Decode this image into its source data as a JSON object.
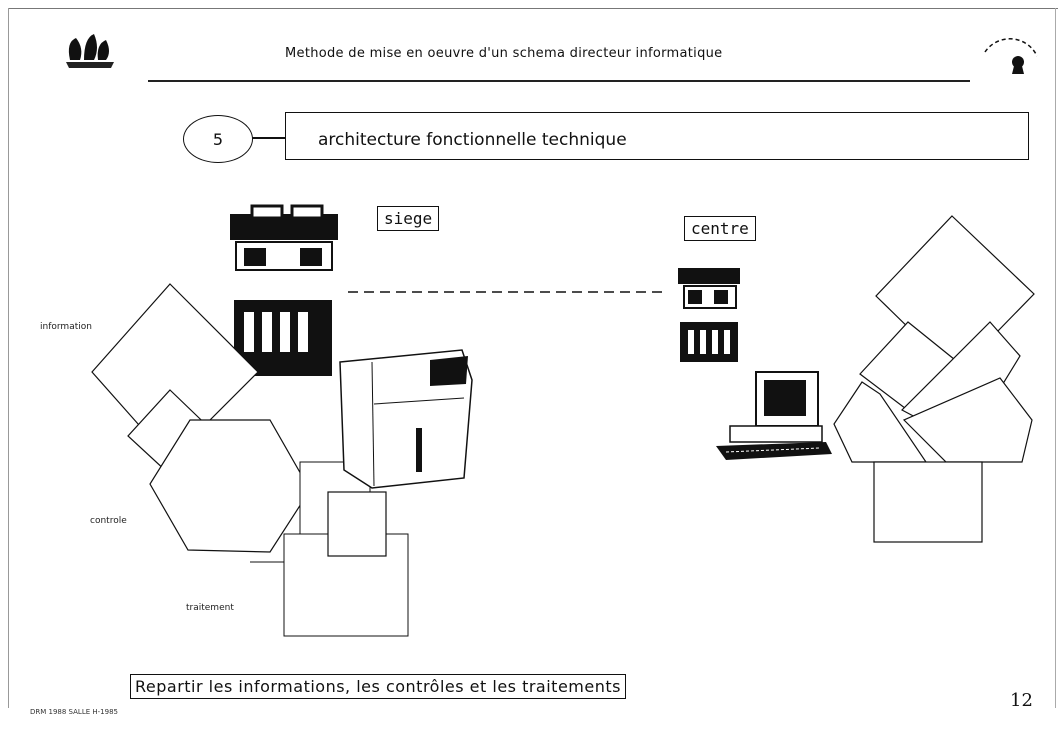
{
  "header": {
    "title": "Methode de mise en oeuvre d'un schema directeur informatique"
  },
  "section": {
    "number": "5",
    "title": "architecture fonctionnelle technique"
  },
  "diagram": {
    "siege_label": "siege",
    "centre_label": "centre",
    "left_labels": {
      "information": "information",
      "controle": "controle",
      "traitement": "traitement"
    }
  },
  "caption": "Repartir les informations, les contrôles et les traitements",
  "page_number": "12",
  "footer": "DRM 1988 SALLE H-1985"
}
